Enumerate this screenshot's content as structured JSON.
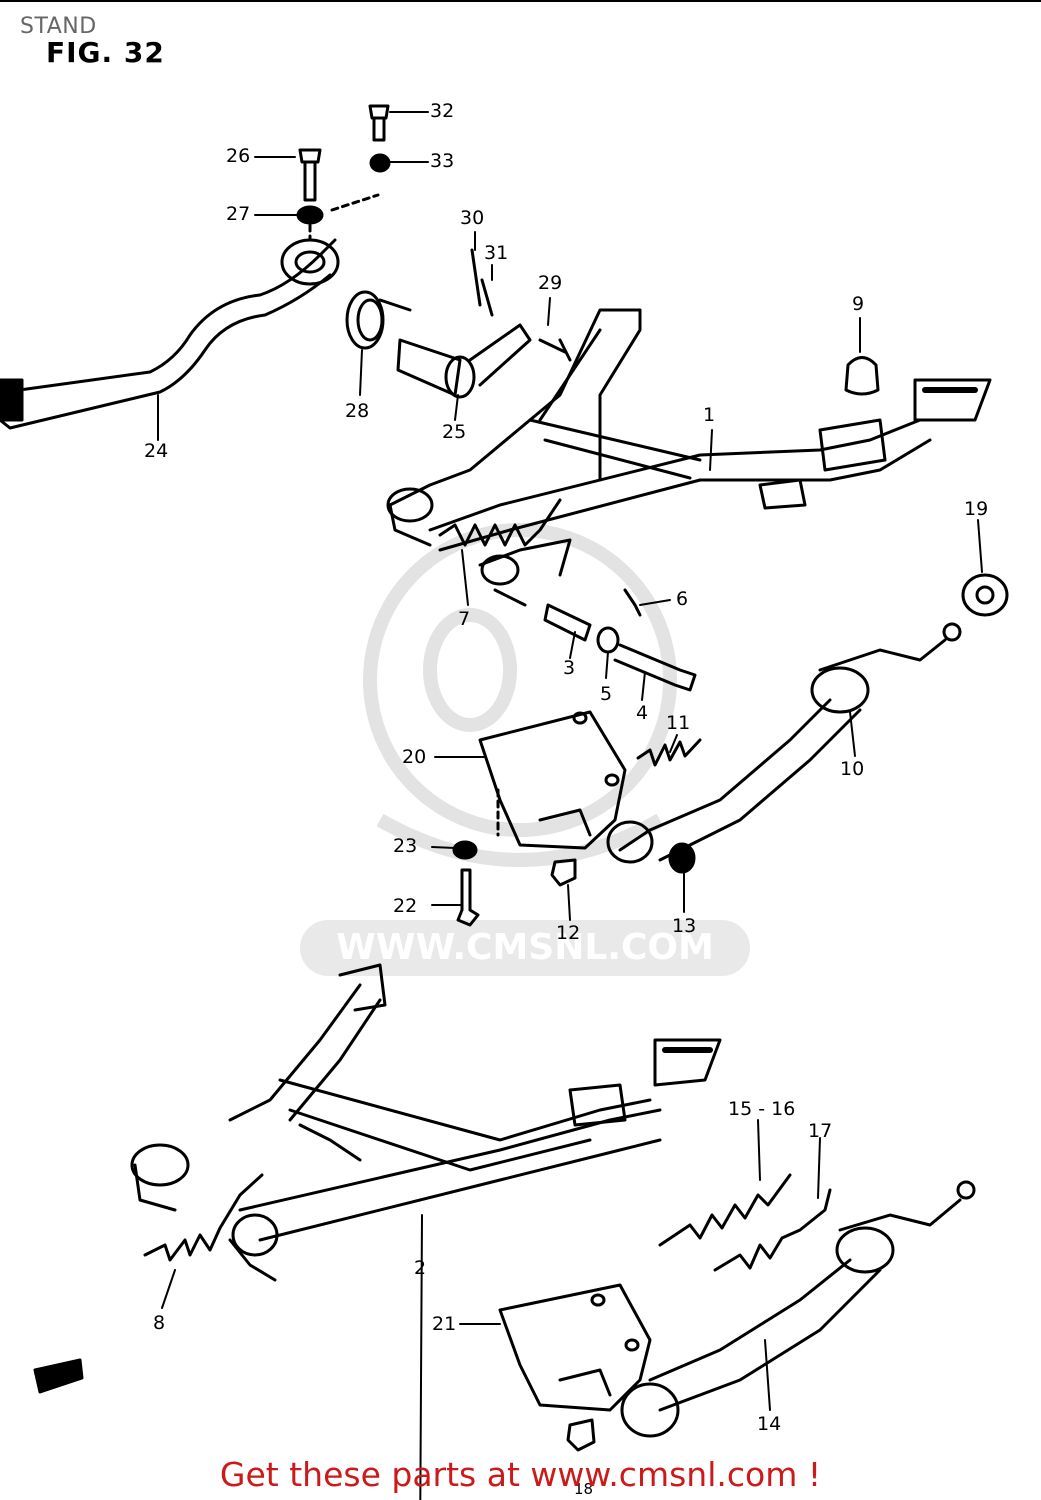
{
  "header": {
    "title": "STAND",
    "figure": "FIG. 32"
  },
  "parts": [
    "1",
    "2",
    "3",
    "4",
    "5",
    "6",
    "7",
    "8",
    "9",
    "10",
    "11",
    "12",
    "13",
    "14",
    "15-16",
    "17",
    "18",
    "19",
    "20",
    "21",
    "22",
    "23",
    "24",
    "25",
    "26",
    "27",
    "28",
    "29",
    "30",
    "31",
    "32",
    "33"
  ],
  "labels": {
    "p1": "1",
    "p2": "2",
    "p3": "3",
    "p4": "4",
    "p5": "5",
    "p6": "6",
    "p7": "7",
    "p8": "8",
    "p9": "9",
    "p10": "10",
    "p11": "11",
    "p12": "12",
    "p13": "13",
    "p14": "14",
    "p15_16": "15 - 16",
    "p17": "17",
    "p18": "18",
    "p19": "19",
    "p20": "20",
    "p21": "21",
    "p22": "22",
    "p23": "23",
    "p24": "24",
    "p25": "25",
    "p26": "26",
    "p27": "27",
    "p28": "28",
    "p29": "29",
    "p30": "30",
    "p31": "31",
    "p32": "32",
    "p33": "33"
  },
  "watermark": {
    "url": "WWW.CMSNL.COM"
  },
  "footer": {
    "promo": "Get these parts at www.cmsnl.com !"
  },
  "colors": {
    "promo": "#cc1a1a",
    "line": "#000000",
    "watermark": "#e6e6e6"
  }
}
